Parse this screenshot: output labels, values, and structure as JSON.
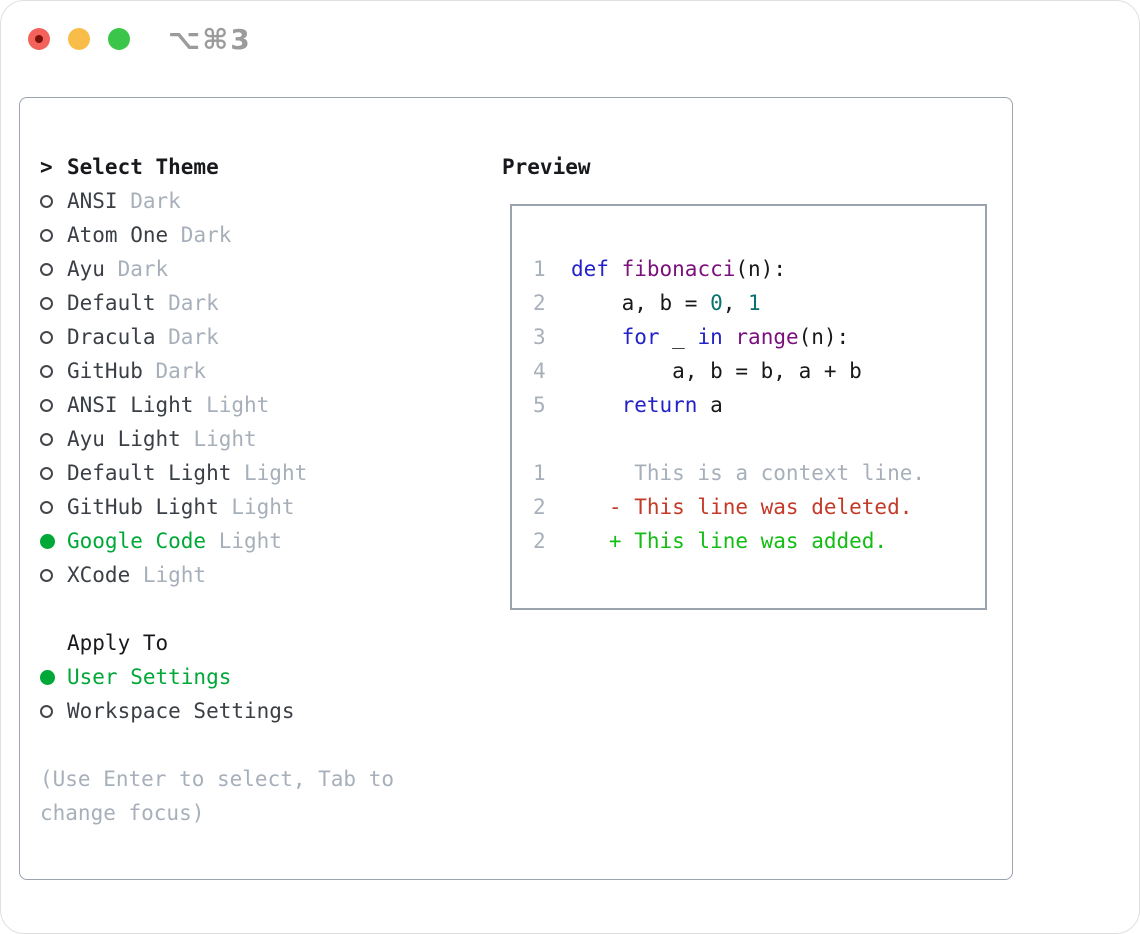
{
  "window": {
    "title": "⌥⌘3"
  },
  "theme_selector": {
    "marker": ">",
    "title": "Select Theme",
    "items": [
      {
        "name": "ANSI",
        "tag": "Dark",
        "selected": false
      },
      {
        "name": "Atom One",
        "tag": "Dark",
        "selected": false
      },
      {
        "name": "Ayu",
        "tag": "Dark",
        "selected": false
      },
      {
        "name": "Default",
        "tag": "Dark",
        "selected": false
      },
      {
        "name": "Dracula",
        "tag": "Dark",
        "selected": false
      },
      {
        "name": "GitHub",
        "tag": "Dark",
        "selected": false
      },
      {
        "name": "ANSI Light",
        "tag": "Light",
        "selected": false
      },
      {
        "name": "Ayu Light",
        "tag": "Light",
        "selected": false
      },
      {
        "name": "Default Light",
        "tag": "Light",
        "selected": false
      },
      {
        "name": "GitHub Light",
        "tag": "Light",
        "selected": false
      },
      {
        "name": "Google Code",
        "tag": "Light",
        "selected": true
      },
      {
        "name": "XCode",
        "tag": "Light",
        "selected": false
      }
    ]
  },
  "apply_to": {
    "title": "Apply To",
    "options": [
      {
        "name": "User Settings",
        "selected": true
      },
      {
        "name": "Workspace Settings",
        "selected": false
      }
    ]
  },
  "hint": "(Use Enter to select, Tab to change focus)",
  "preview": {
    "title": "Preview",
    "lines": [
      {
        "num": "1",
        "segments": [
          {
            "t": "def",
            "c": "keyword"
          },
          {
            "t": " ",
            "c": "plain"
          },
          {
            "t": "fibonacci",
            "c": "title"
          },
          {
            "t": "(n):",
            "c": "plain"
          }
        ]
      },
      {
        "num": "2",
        "segments": [
          {
            "t": "    a, b = ",
            "c": "plain"
          },
          {
            "t": "0",
            "c": "number"
          },
          {
            "t": ", ",
            "c": "plain"
          },
          {
            "t": "1",
            "c": "number"
          }
        ]
      },
      {
        "num": "3",
        "segments": [
          {
            "t": "    ",
            "c": "plain"
          },
          {
            "t": "for",
            "c": "keyword"
          },
          {
            "t": " _ ",
            "c": "plain"
          },
          {
            "t": "in",
            "c": "keyword"
          },
          {
            "t": " ",
            "c": "plain"
          },
          {
            "t": "range",
            "c": "title"
          },
          {
            "t": "(n):",
            "c": "plain"
          }
        ]
      },
      {
        "num": "4",
        "segments": [
          {
            "t": "        a, b = b, a + b",
            "c": "plain"
          }
        ]
      },
      {
        "num": "5",
        "segments": [
          {
            "t": "    ",
            "c": "plain"
          },
          {
            "t": "return",
            "c": "keyword"
          },
          {
            "t": " a",
            "c": "plain"
          }
        ]
      },
      {
        "num": "",
        "segments": []
      },
      {
        "num": "1",
        "segments": [
          {
            "t": "     This is a context line.",
            "c": "context"
          }
        ]
      },
      {
        "num": "2",
        "segments": [
          {
            "t": "   - This line was deleted.",
            "c": "deleted"
          }
        ]
      },
      {
        "num": "2",
        "segments": [
          {
            "t": "   + This line was added.",
            "c": "added"
          }
        ]
      }
    ]
  },
  "colors": {
    "accent": "#00a838",
    "keyword": "#2222c8",
    "fn": "#7b0f7b",
    "number": "#0a7070",
    "deleted": "#c43a28",
    "added": "#14bd14",
    "muted": "#a7b0ba",
    "text": "#17191d",
    "itemtext": "#3a3f46",
    "code_text": "#17181a",
    "ring": "#44474c",
    "border": "#9aa3ae",
    "tl_red": "#f3635c",
    "tl_yellow": "#f8bd49",
    "tl_green": "#3bc649",
    "tl_red_dot": "#7c100a",
    "titlebar_text": "#9b9b9b"
  }
}
